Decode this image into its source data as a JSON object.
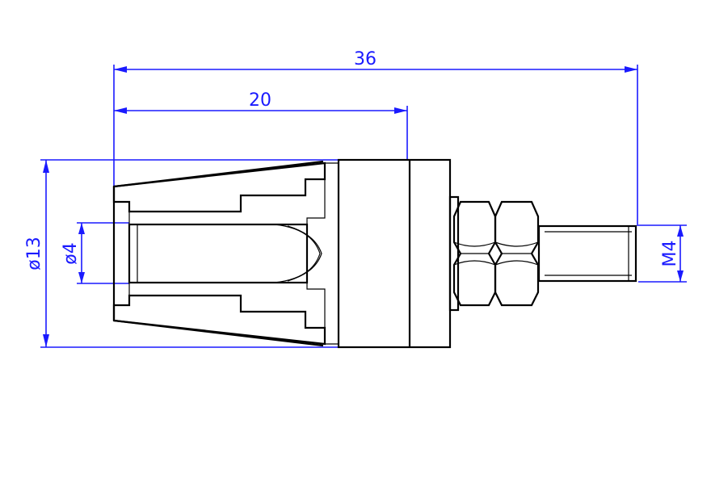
{
  "drawing": {
    "dimensions": {
      "overall_length": "36",
      "body_length": "20",
      "outer_diameter": "ø13",
      "bore_diameter": "ø4",
      "thread": "M4"
    },
    "colors": {
      "dimension": "#1a1aff",
      "outline": "#000000",
      "background": "#ffffff"
    }
  }
}
